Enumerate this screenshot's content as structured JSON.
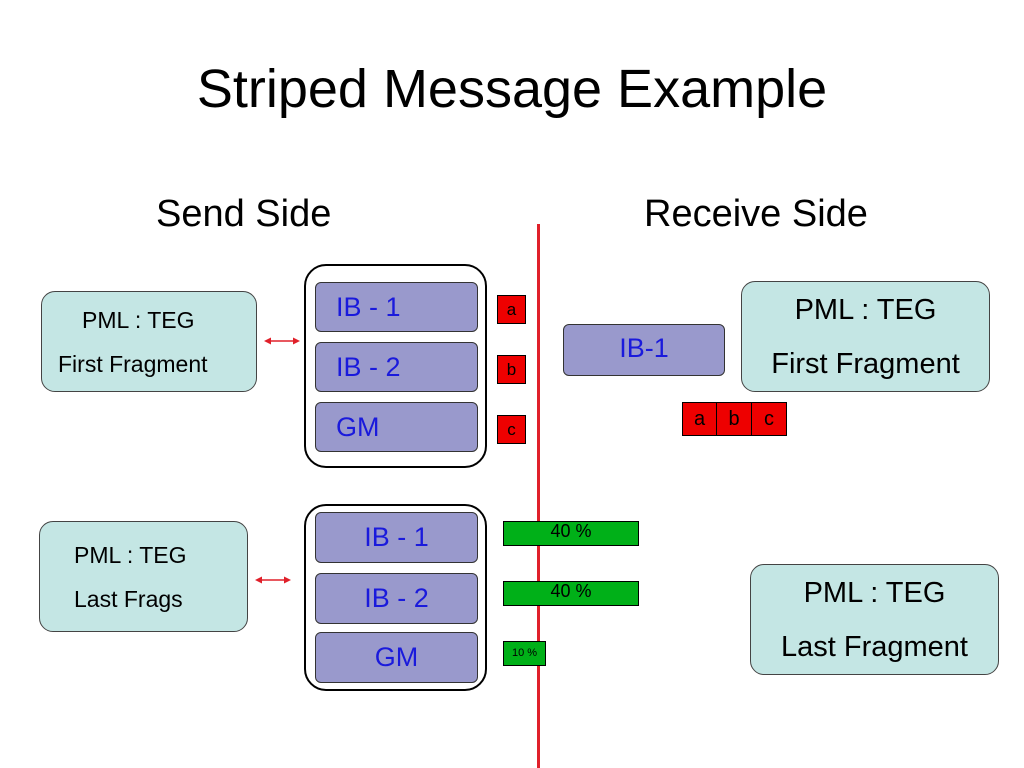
{
  "title": "Striped Message Example",
  "send_heading": "Send Side",
  "receive_heading": "Receive Side",
  "send": {
    "first_box": {
      "line1": "PML : TEG",
      "line2": "First Fragment"
    },
    "last_box": {
      "line1": "PML : TEG",
      "line2": "Last Frags"
    },
    "group1": {
      "channels": [
        "IB - 1",
        "IB - 2",
        "GM"
      ],
      "tags": [
        "a",
        "b",
        "c"
      ]
    },
    "group2": {
      "channels": [
        "IB - 1",
        "IB - 2",
        "GM"
      ],
      "bars": [
        {
          "label": "40 %",
          "value": 40
        },
        {
          "label": "40 %",
          "value": 40
        },
        {
          "label": "10 %",
          "value": 10
        }
      ]
    }
  },
  "receive": {
    "channel": "IB-1",
    "first_box": {
      "line1": "PML : TEG",
      "line2": "First Fragment"
    },
    "assembled": [
      "a",
      "b",
      "c"
    ],
    "last_box": {
      "line1": "PML : TEG",
      "line2": "Last Fragment"
    }
  },
  "colors": {
    "divider": "#e0202a",
    "pml_fill": "#c4e6e4",
    "channel_fill": "#9999cc",
    "channel_text": "#1a1adc",
    "fragment_fill": "#ee0000",
    "bar_fill": "#00b018",
    "arrow": "#e0202a"
  }
}
